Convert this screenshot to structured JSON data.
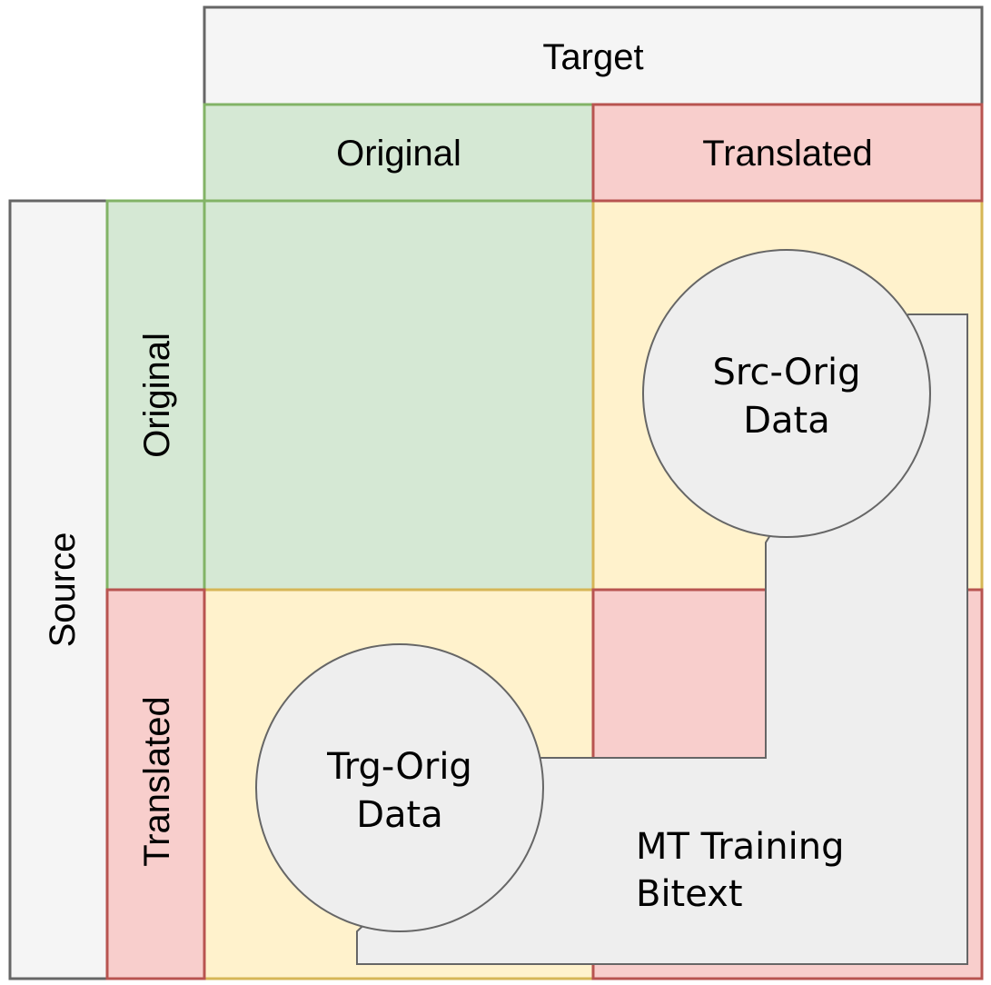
{
  "header": {
    "target_label": "Target",
    "target_original_label": "Original",
    "target_translated_label": "Translated"
  },
  "side": {
    "source_label": "Source",
    "source_original_label": "Original",
    "source_translated_label": "Translated"
  },
  "nodes": {
    "src_orig": {
      "line1": "Src-Orig",
      "line2": "Data"
    },
    "trg_orig": {
      "line1": "Trg-Orig",
      "line2": "Data"
    },
    "bitext": {
      "line1": "MT Training",
      "line2": "Bitext"
    }
  },
  "colors": {
    "green_fill": "#d5e8d4",
    "green_stroke": "#82b366",
    "red_fill": "#f8cecc",
    "red_stroke": "#b85450",
    "yellow_fill": "#fff2cc",
    "yellow_stroke": "#d6b656",
    "gray_fill": "#f5f5f5",
    "gray_stroke": "#666666",
    "node_fill": "#eeeeee"
  }
}
